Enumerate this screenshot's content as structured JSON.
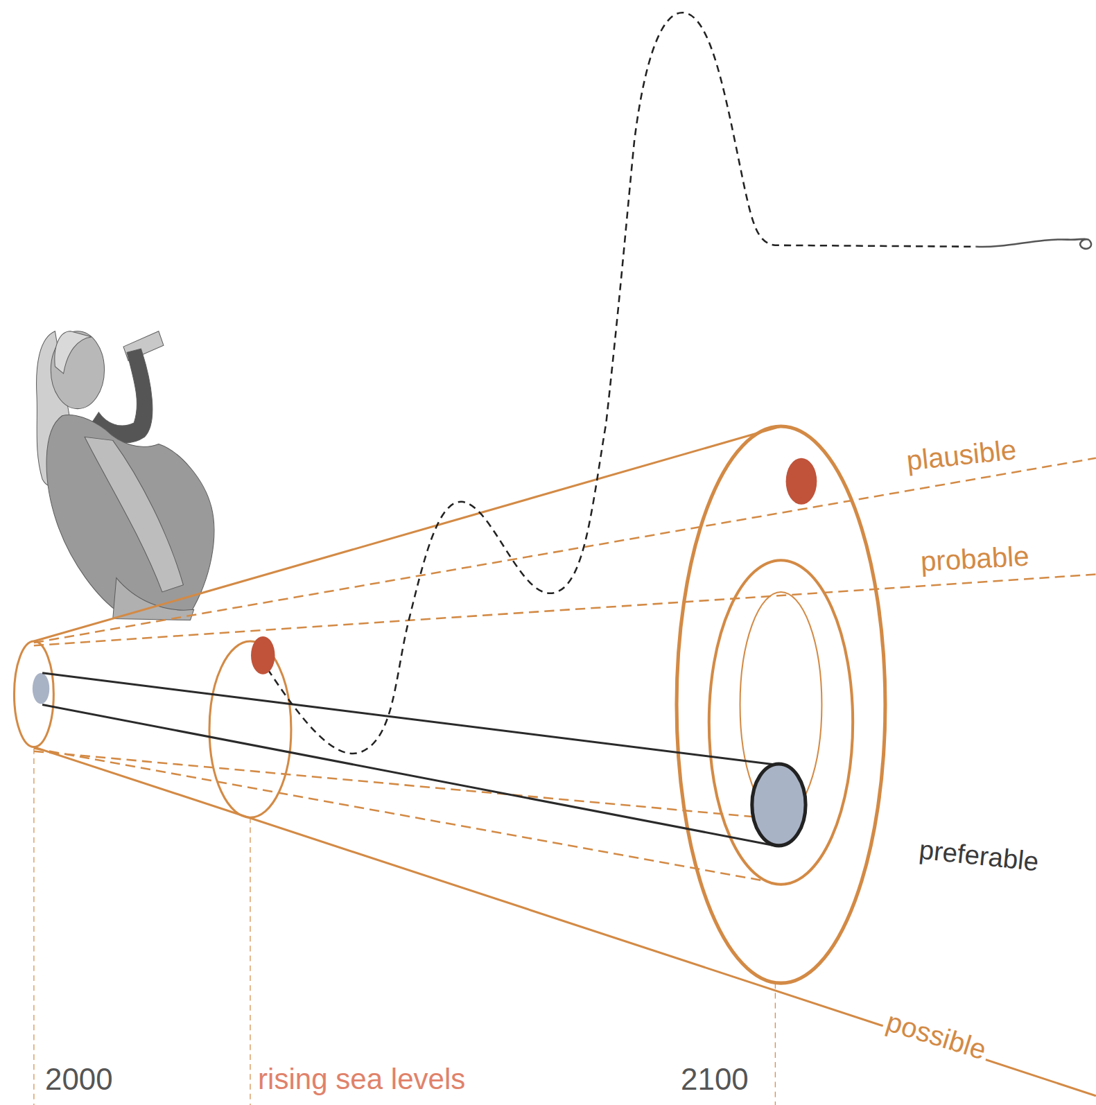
{
  "diagram": {
    "labels": [
      "plausible",
      "probable",
      "preferable",
      "possible",
      "2000",
      "rising sea levels",
      "2100"
    ]
  }
}
